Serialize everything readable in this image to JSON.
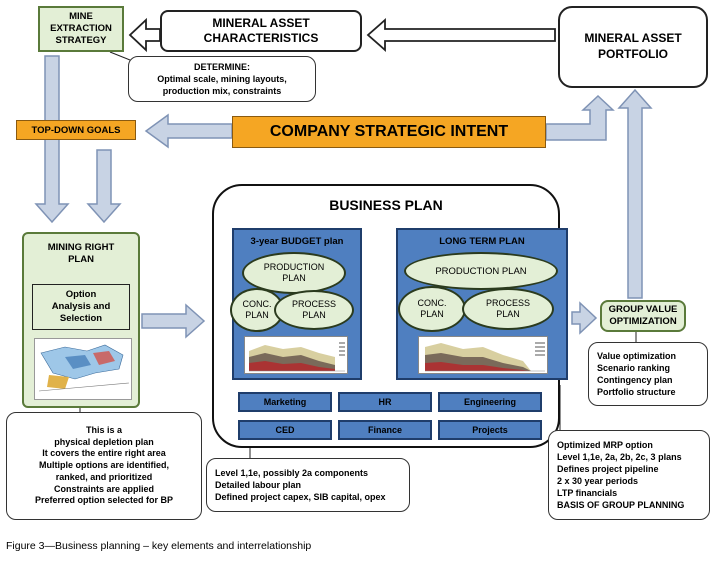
{
  "mine_extraction": {
    "line1": "MINE",
    "line2": "EXTRACTION",
    "line3": "STRATEGY"
  },
  "mineral_asset_characteristics": {
    "line1": "MINERAL ASSET",
    "line2": "CHARACTERISTICS"
  },
  "mineral_asset_portfolio": {
    "line1": "MINERAL ASSET",
    "line2": "PORTFOLIO"
  },
  "determine_note": {
    "line1": "DETERMINE:",
    "line2": "Optimal scale, mining layouts,",
    "line3": "production mix, constraints"
  },
  "top_down_goals": "TOP-DOWN GOALS",
  "company_strategic_intent": "COMPANY STRATEGIC INTENT",
  "business_plan": {
    "title": "BUSINESS PLAN",
    "budget": {
      "title": "3-year BUDGET plan",
      "production_line1": "PRODUCTION",
      "production_line2": "PLAN",
      "conc_line1": "CONC.",
      "conc_line2": "PLAN",
      "process_line1": "PROCESS",
      "process_line2": "PLAN"
    },
    "long_term": {
      "title": "LONG TERM PLAN",
      "production": "PRODUCTION PLAN",
      "conc_line1": "CONC.",
      "conc_line2": "PLAN",
      "process_line1": "PROCESS",
      "process_line2": "PLAN"
    },
    "departments": [
      "Marketing",
      "HR",
      "Engineering",
      "CED",
      "Finance",
      "Projects"
    ]
  },
  "mining_right_plan": {
    "line1": "MINING RIGHT",
    "line2": "PLAN",
    "option_line1": "Option",
    "option_line2": "Analysis and",
    "option_line3": "Selection"
  },
  "group_value": {
    "line1": "GROUP VALUE",
    "line2": "OPTIMIZATION"
  },
  "group_value_notes": [
    "Value optimization",
    "Scenario ranking",
    "Contingency plan",
    "Portfolio structure"
  ],
  "depletion_notes": [
    "This is a",
    "physical depletion plan",
    "It covers the entire right area",
    "Multiple options are identified,",
    "ranked, and prioritized",
    "Constraints are applied",
    "Preferred option selected for BP"
  ],
  "budget_notes": [
    "Level 1,1e, possibly 2a components",
    "Detailed labour plan",
    "Defined project capex, SIB capital, opex"
  ],
  "mrp_notes": [
    "Optimized MRP option",
    "Level 1,1e, 2a, 2b, 2c, 3  plans",
    "Defines project pipeline",
    "2 x 30 year periods",
    "LTP financials",
    "BASIS OF GROUP PLANNING"
  ],
  "caption": "Figure 3—Business planning – key elements and interrelationship",
  "colors": {
    "green_fill": "#e3efd6",
    "blue_fill": "#4f7fc0",
    "orange_fill": "#f5a623",
    "arrow_fill": "#c8d3e4"
  }
}
